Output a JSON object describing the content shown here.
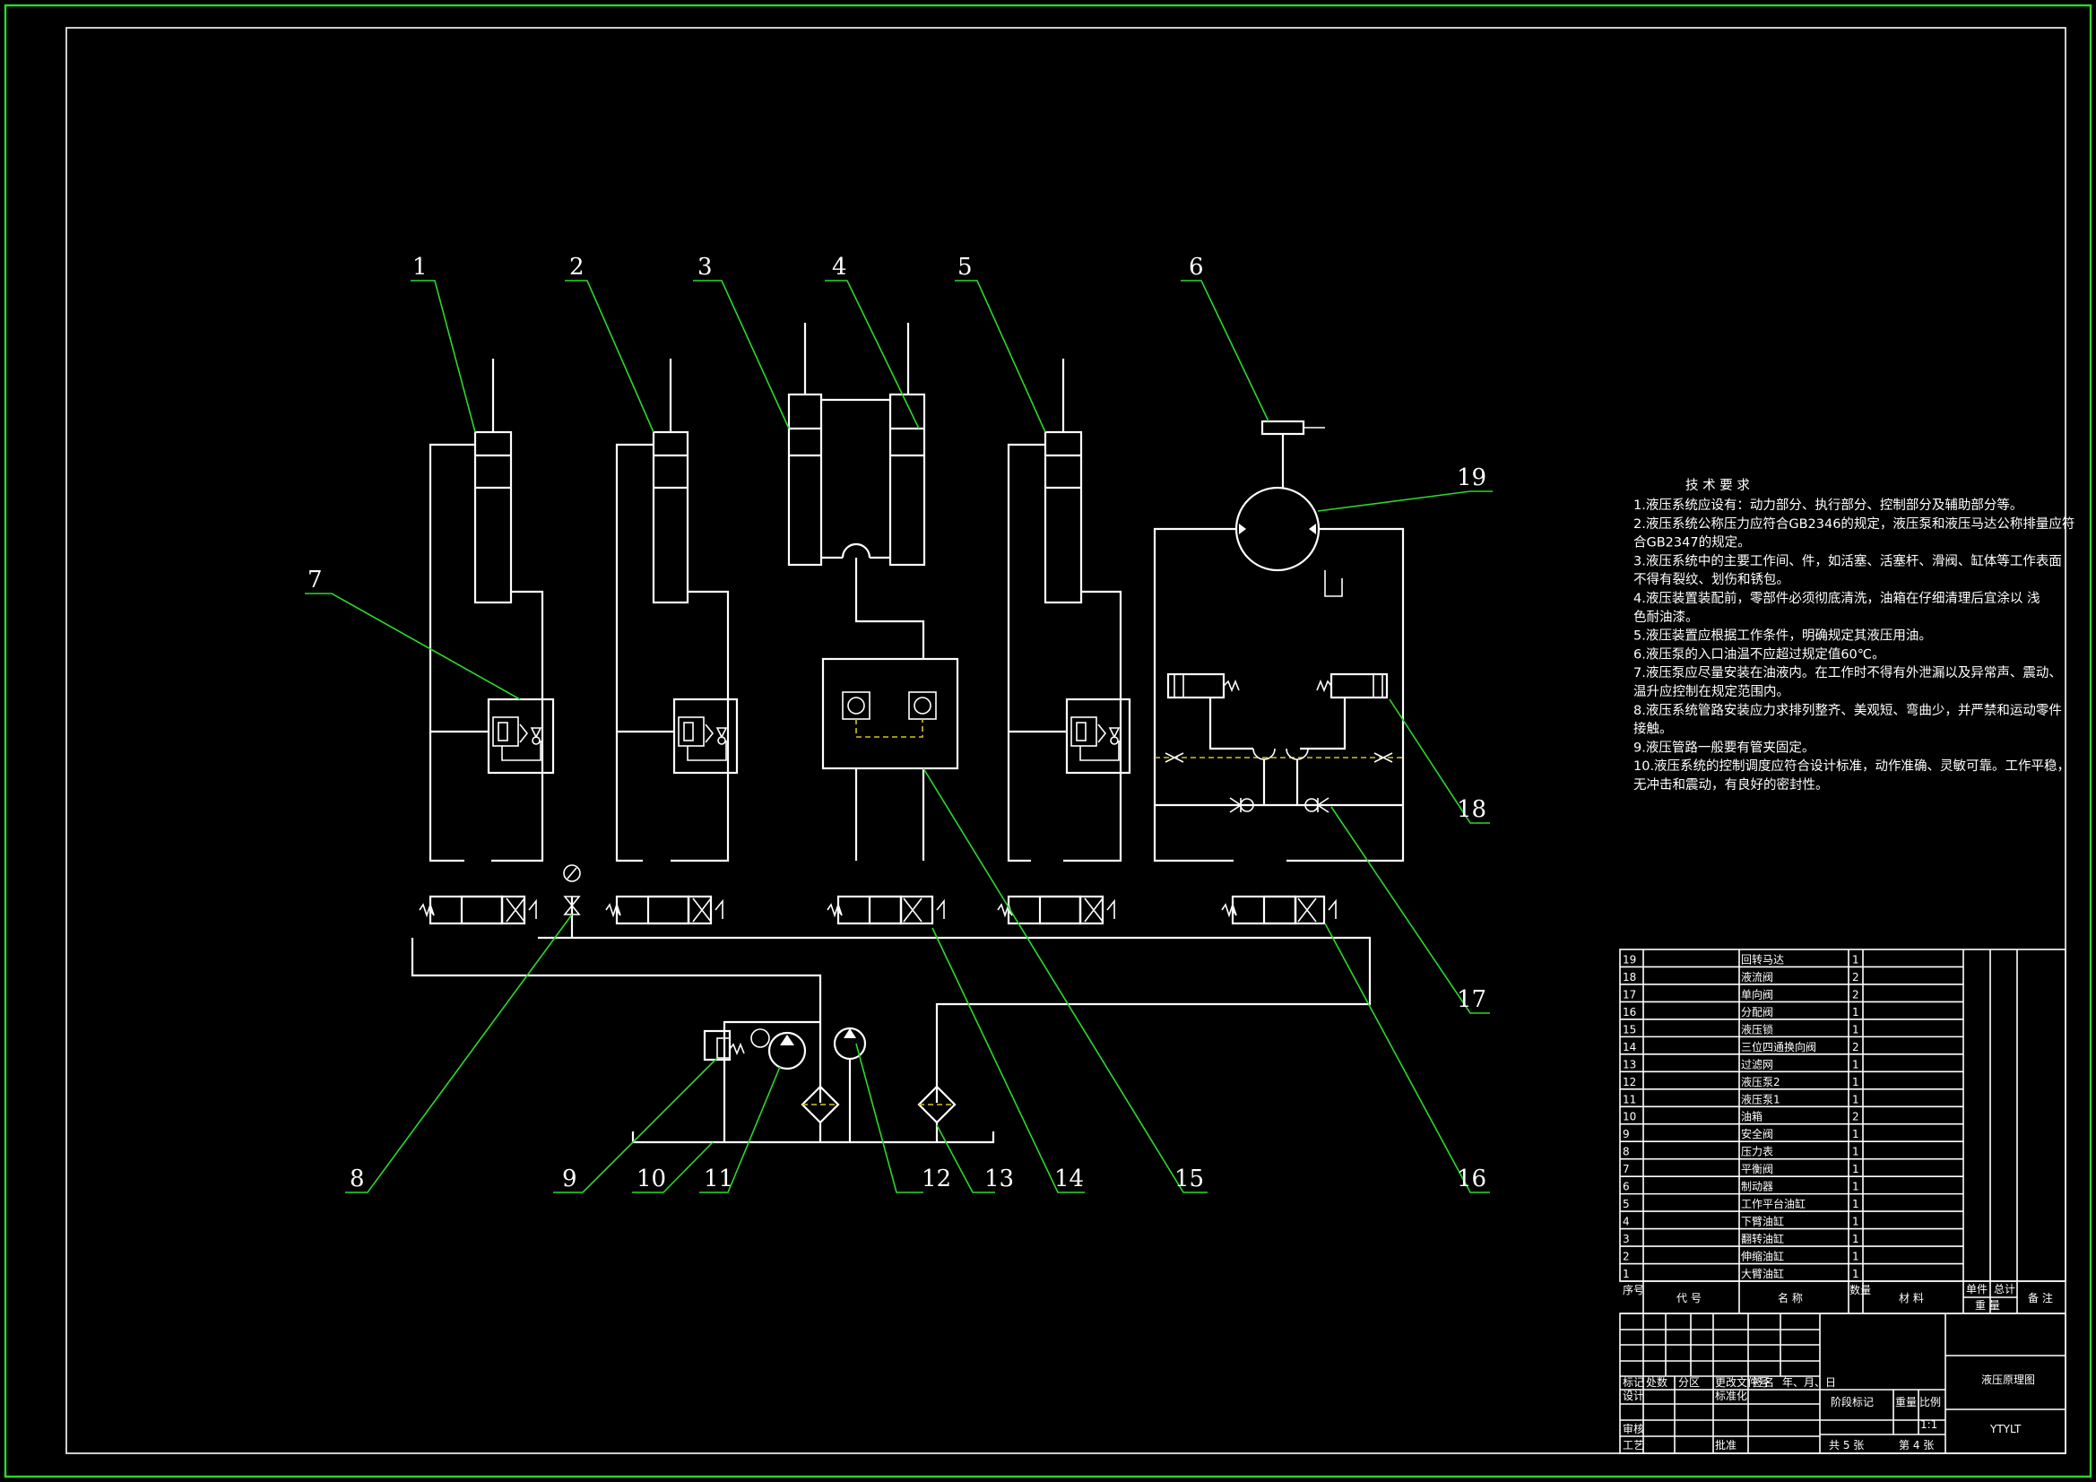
{
  "callouts": [
    "1",
    "2",
    "3",
    "4",
    "5",
    "6",
    "7",
    "8",
    "9",
    "10",
    "11",
    "12",
    "13",
    "14",
    "15",
    "16",
    "17",
    "18",
    "19"
  ],
  "notes": {
    "title": "技 术 要 求",
    "lines": [
      "1.液压系统应设有：动力部分、执行部分、控制部分及辅助部分等。",
      "2.液压系统公称压力应符合GB2346的规定，液压泵和液压马达公称排量应符",
      "合GB2347的规定。",
      "3.液压系统中的主要工作间、件，如活塞、活塞杆、滑阀、缸体等工作表面",
      "不得有裂纹、划伤和锈包。",
      "4.液压装置装配前，零部件必须彻底清洗，油箱在仔细清理后宜涂以  浅",
      "色耐油漆。",
      "5.液压装置应根据工作条件，明确规定其液压用油。",
      "6.液压泵的入口油温不应超过规定值60℃。",
      "7.液压泵应尽量安装在油液内。在工作时不得有外泄漏以及异常声、震动、",
      "温升应控制在规定范围内。",
      "8.液压系统管路安装应力求排列整齐、美观短、弯曲少，并严禁和运动零件",
      "接触。",
      "9.液压管路一般要有管夹固定。",
      "10.液压系统的控制调度应符合设计标准，动作准确、灵敏可靠。工作平稳，",
      "无冲击和震动，有良好的密封性。"
    ]
  },
  "parts": [
    {
      "no": "19",
      "name": "回转马达",
      "qty": "1"
    },
    {
      "no": "18",
      "name": "液流阀",
      "qty": "2"
    },
    {
      "no": "17",
      "name": "单向阀",
      "qty": "2"
    },
    {
      "no": "16",
      "name": "分配阀",
      "qty": "1"
    },
    {
      "no": "15",
      "name": "液压锁",
      "qty": "1"
    },
    {
      "no": "14",
      "name": "三位四通换向阀",
      "qty": "2"
    },
    {
      "no": "13",
      "name": "过滤网",
      "qty": "1"
    },
    {
      "no": "12",
      "name": "液压泵2",
      "qty": "1"
    },
    {
      "no": "11",
      "name": "液压泵1",
      "qty": "1"
    },
    {
      "no": "10",
      "name": "油箱",
      "qty": "2"
    },
    {
      "no": "9",
      "name": "安全阀",
      "qty": "1"
    },
    {
      "no": "8",
      "name": "压力表",
      "qty": "1"
    },
    {
      "no": "7",
      "name": "平衡阀",
      "qty": "1"
    },
    {
      "no": "6",
      "name": "制动器",
      "qty": "1"
    },
    {
      "no": "5",
      "name": "工作平台油缸",
      "qty": "1"
    },
    {
      "no": "4",
      "name": "下臂油缸",
      "qty": "1"
    },
    {
      "no": "3",
      "name": "翻转油缸",
      "qty": "1"
    },
    {
      "no": "2",
      "name": "伸缩油缸",
      "qty": "1"
    },
    {
      "no": "1",
      "name": "大臂油缸",
      "qty": "1"
    }
  ],
  "parts_header": {
    "seq": "序号",
    "code": "代 号",
    "name": "名 称",
    "qty": "数量",
    "material": "材 料",
    "unit_w": "单件",
    "total_w": "总计",
    "weight": "重 量",
    "remark": "备 注"
  },
  "title_block": {
    "drawing_title": "液压原理图",
    "drawing_code": "YTYLT",
    "stage_mark": "阶段标记",
    "weight": "重量",
    "ratio_label": "比例",
    "ratio": "1:1",
    "sheets_total": "共 5 张",
    "sheet_no": "第 4 张",
    "row_labels": [
      "标记",
      "处数",
      "分区",
      "更改文件号",
      "签名",
      "年、月、日"
    ],
    "design": "设计",
    "standardize": "标准化",
    "review": "审核",
    "process": "工艺",
    "approve": "批准"
  }
}
